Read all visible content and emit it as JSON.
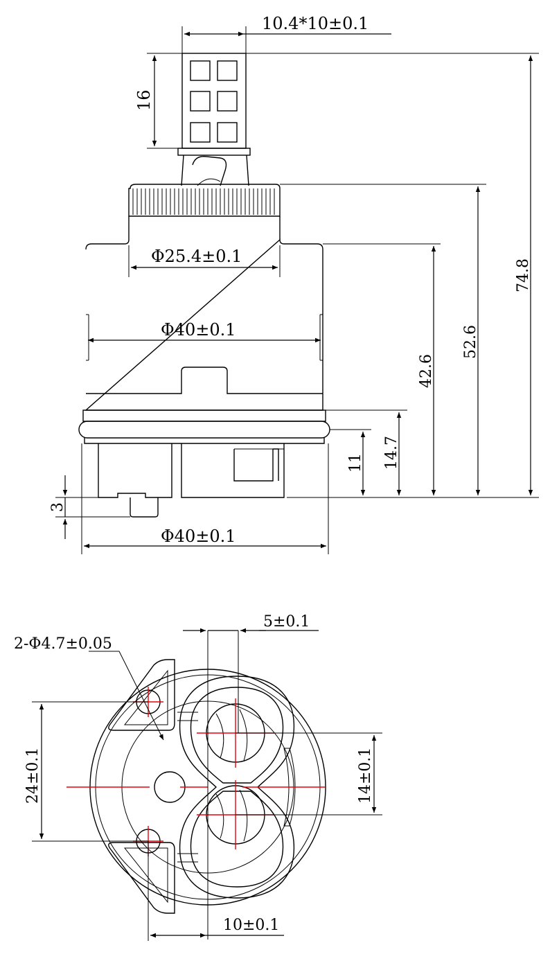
{
  "colors": {
    "outline": "#000000",
    "centerline": "#e8000c",
    "background": "#ffffff"
  },
  "side_view": {
    "stem_size": "10.4*10±0.1",
    "stem_height": "16",
    "dia_upper": "Φ25.4±0.1",
    "dia_body": "Φ40±0.1",
    "dia_base": "Φ40±0.1",
    "base_offset": "3",
    "h_11": "11",
    "h_14_7": "14.7",
    "h_42_6": "42.6",
    "h_52_6": "52.6",
    "h_74_8": "74.8"
  },
  "bottom_view": {
    "hole_spec": "2-Φ4.7±0.05",
    "port_offset": "5±0.1",
    "hole_spacing": "24±0.1",
    "port_spacing": "14±0.1",
    "hole_offset": "10±0.1"
  }
}
